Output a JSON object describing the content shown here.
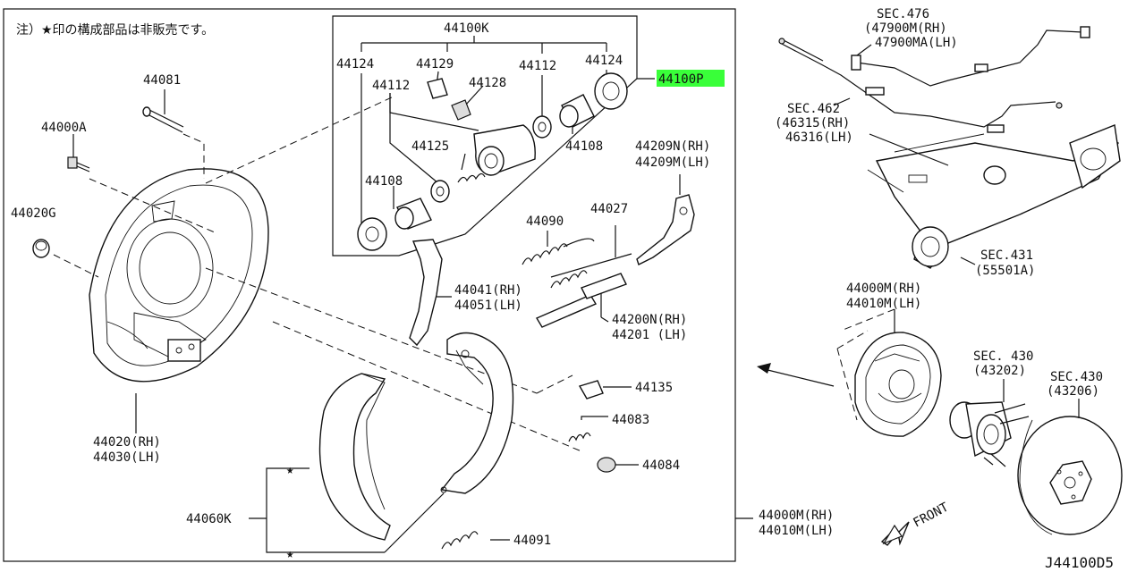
{
  "note": "注）★印の構成部品は非販売です。",
  "diagram_code": "J44100D5",
  "labels": {
    "p44100K": "44100K",
    "p44124_left": "44124",
    "p44129": "44129",
    "p44112_top": "44112",
    "p44124_right": "44124",
    "p44100P": "44100P",
    "p44112_mid": "44112",
    "p44128": "44128",
    "p44125": "44125",
    "p44108_right": "44108",
    "p44108_left": "44108",
    "p44081": "44081",
    "p44000A": "44000A",
    "p44020G": "44020G",
    "p44020": "44020(RH)",
    "p44030": "44030(LH)",
    "p44209N": "44209N(RH)",
    "p44209M": "44209M(LH)",
    "p44090": "44090",
    "p44027": "44027",
    "p44041": "44041(RH)",
    "p44051": "44051(LH)",
    "p44200N": "44200N(RH)",
    "p44201": "44201  (LH)",
    "p44135": "44135",
    "p44083": "44083",
    "p44084": "44084",
    "p44060K": "44060K",
    "p44091": "44091",
    "p44000M_bottom": "44000M(RH)",
    "p44010M_bottom": "44010M(LH)",
    "p44000M_right": "44000M(RH)",
    "p44010M_right": "44010M(LH)",
    "sec476": "SEC.476",
    "p47900M": "(47900M(RH)",
    "p47900MA": "47900MA(LH)",
    "sec462": "SEC.462",
    "p46315": "(46315(RH)",
    "p46316": "46316(LH)",
    "sec431": "SEC.431",
    "p55501A": "(55501A)",
    "sec430a": "SEC. 430",
    "p43202": "(43202)",
    "sec430b": "SEC.430",
    "p43206": "(43206)",
    "front": "FRONT"
  },
  "colors": {
    "highlight": "#39ff39",
    "ink": "#111111"
  }
}
